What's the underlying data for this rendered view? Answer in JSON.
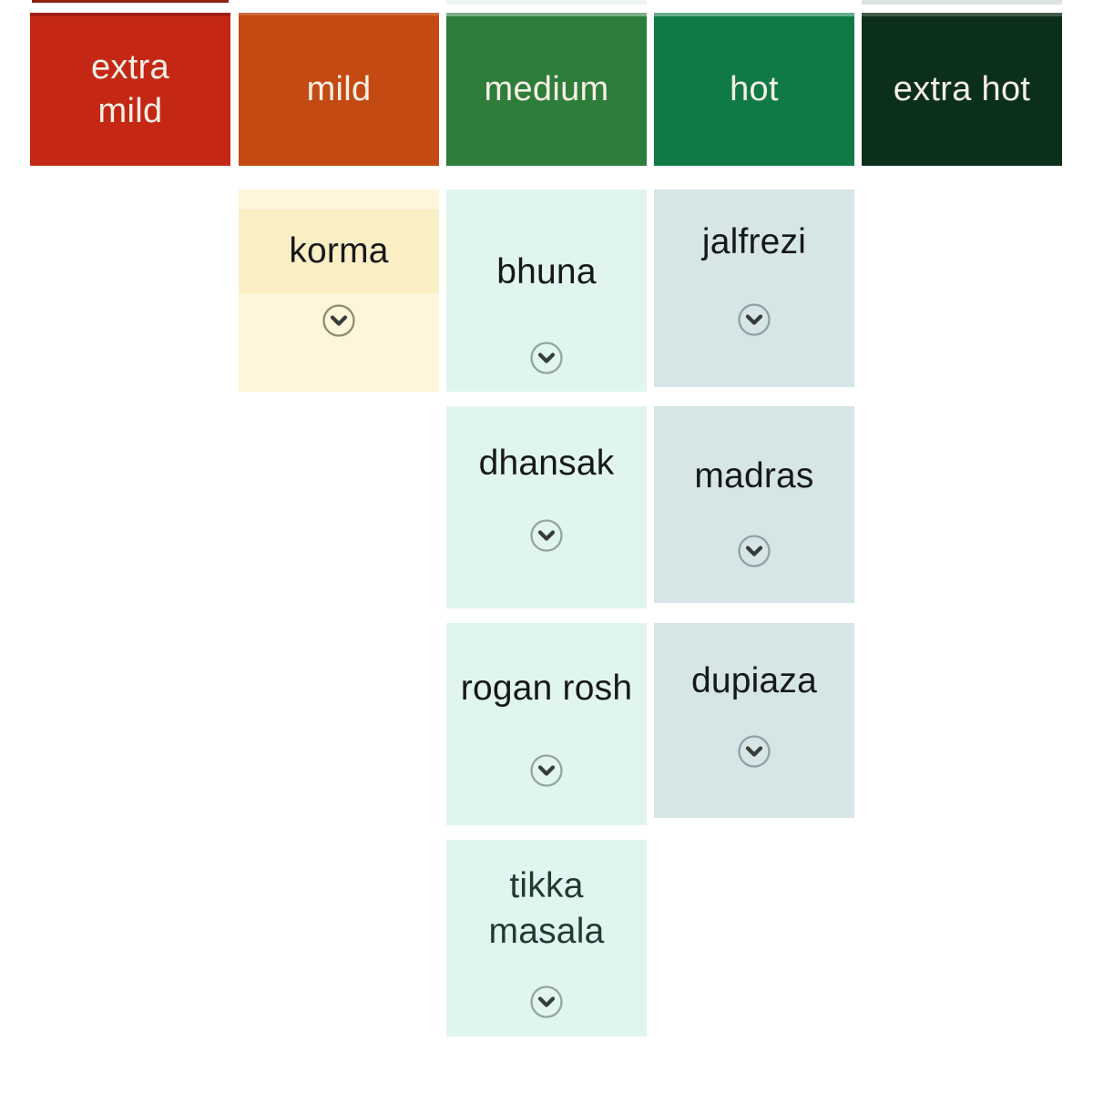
{
  "activity": {
    "title_hint": "curry spice level sorter",
    "levels": [
      {
        "id": "extra-mild",
        "label": "extra\nmild",
        "color": "#c42815"
      },
      {
        "id": "mild",
        "label": "mild",
        "color": "#c34a12"
      },
      {
        "id": "medium",
        "label": "medium",
        "color": "#2e7d3a"
      },
      {
        "id": "hot",
        "label": "hot",
        "color": "#0f7a46"
      },
      {
        "id": "extra-hot",
        "label": "extra hot",
        "color": "#0c2f1c"
      }
    ],
    "columns": [
      {
        "level": "extra mild",
        "curries": []
      },
      {
        "level": "mild",
        "curries": [
          {
            "name": "korma"
          }
        ]
      },
      {
        "level": "medium",
        "curries": [
          {
            "name": "bhuna"
          },
          {
            "name": "dhansak"
          },
          {
            "name": "rogan rosh"
          },
          {
            "name": "tikka masala"
          }
        ]
      },
      {
        "level": "hot",
        "curries": [
          {
            "name": "jalfrezi"
          },
          {
            "name": "madras"
          },
          {
            "name": "dupiaza"
          }
        ]
      },
      {
        "level": "extra hot",
        "curries": []
      }
    ],
    "icons": {
      "expand": "chevron-down-circle"
    }
  },
  "palette": {
    "page_bg": "#ffffff",
    "header_text": "#f4efe4",
    "card_ink": "#17181a",
    "tikka_ink": "#1f3b33",
    "korma_bg": "#fdf6da",
    "korma_band": "#faeec4",
    "medium_card_bg": "#e0f5ee",
    "hot_card_bg": "#d6e5e6",
    "chevron_ring": "#94a49f",
    "chevron_glyph": "#373c38"
  }
}
